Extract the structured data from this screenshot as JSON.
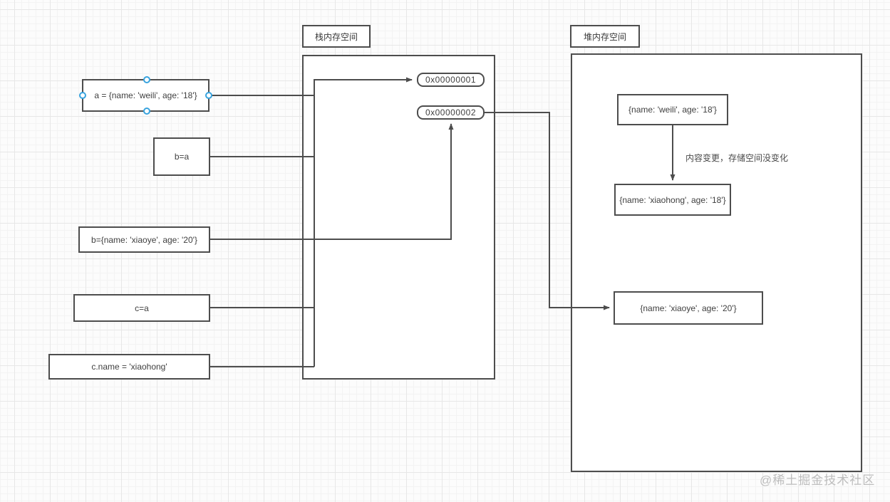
{
  "canvas": {
    "stack": {
      "title": "栈内存空间",
      "addresses": [
        {
          "label": "0x00000001"
        },
        {
          "label": "0x00000002"
        }
      ]
    },
    "heap": {
      "title": "堆内存空间",
      "objects": [
        {
          "label": "{name: 'weili', age: '18'}"
        },
        {
          "label": "{name: 'xiaohong', age: '18'}"
        },
        {
          "label": "{name: 'xiaoye', age: '20'}"
        }
      ],
      "annotation": "内容变更，存储空间没变化"
    },
    "statements": [
      {
        "label": "a = {name: 'weili', age: '18'}",
        "selected": true
      },
      {
        "label": "b=a",
        "selected": false
      },
      {
        "label": "b={name: 'xiaoye', age: '20'}",
        "selected": false
      },
      {
        "label": "c=a",
        "selected": false
      },
      {
        "label": "c.name = 'xiaohong'",
        "selected": false
      }
    ],
    "watermark": "@稀土掘金技术社区",
    "colors": {
      "line": "#4d4d4d",
      "box_border": "#4d4d4d",
      "selection_handle": "#38a3de",
      "watermark": "#bdbdbd",
      "grid_minor": "#f3f3f3",
      "grid_major": "#e7e7e7"
    }
  }
}
